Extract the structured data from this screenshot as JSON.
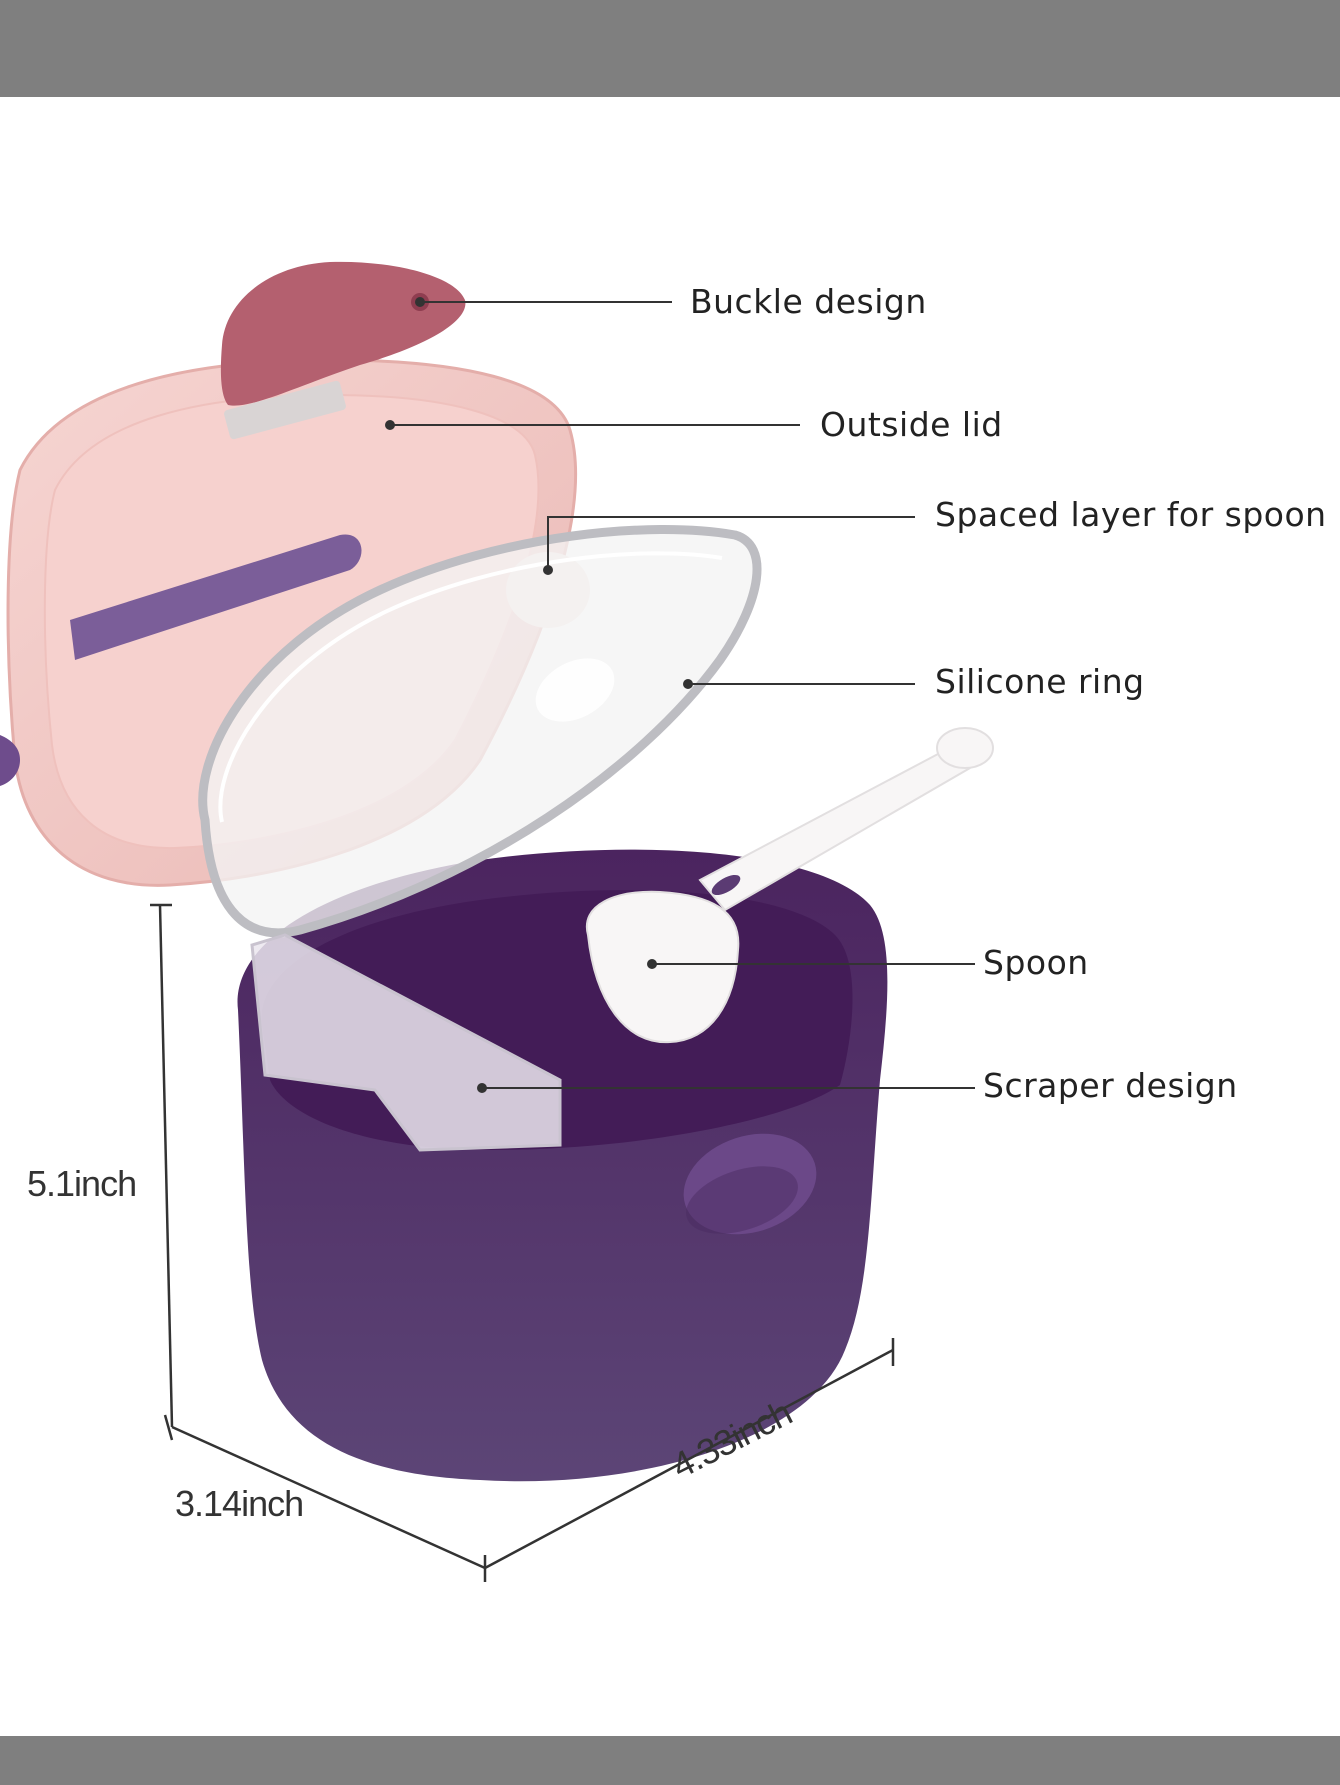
{
  "callouts": {
    "buckle": "Buckle design",
    "outside_lid": "Outside lid",
    "spaced_layer": "Spaced layer for spoon",
    "silicone_ring": "Silicone ring",
    "spoon": "Spoon",
    "scraper": "Scraper design"
  },
  "dimensions": {
    "height": "5.1inch",
    "depth": "3.14inch",
    "width": "4.33inch"
  },
  "colors": {
    "frame_gray": "#7f7f7f",
    "lid_pink": "#f2c7c3",
    "buckle_rose": "#b4606f",
    "body_purple": "#5a3a72",
    "body_purple_dark": "#3f1f55",
    "spoon_white": "#f8f6f6"
  }
}
